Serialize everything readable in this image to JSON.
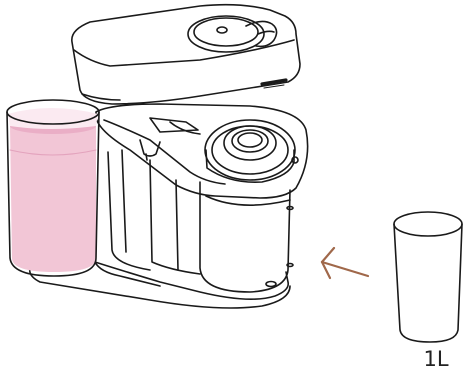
{
  "machine": {
    "brand_mark": "brand-logo"
  },
  "container": {
    "volume_label": "1L"
  },
  "arrow": {
    "direction": "left",
    "color": "#a0684a"
  },
  "colors": {
    "stroke": "#1a1a1a",
    "liquid": "#f2c6d6",
    "liquid_surface": "#eaaec6",
    "glass_tint": "#fbeaf1"
  }
}
